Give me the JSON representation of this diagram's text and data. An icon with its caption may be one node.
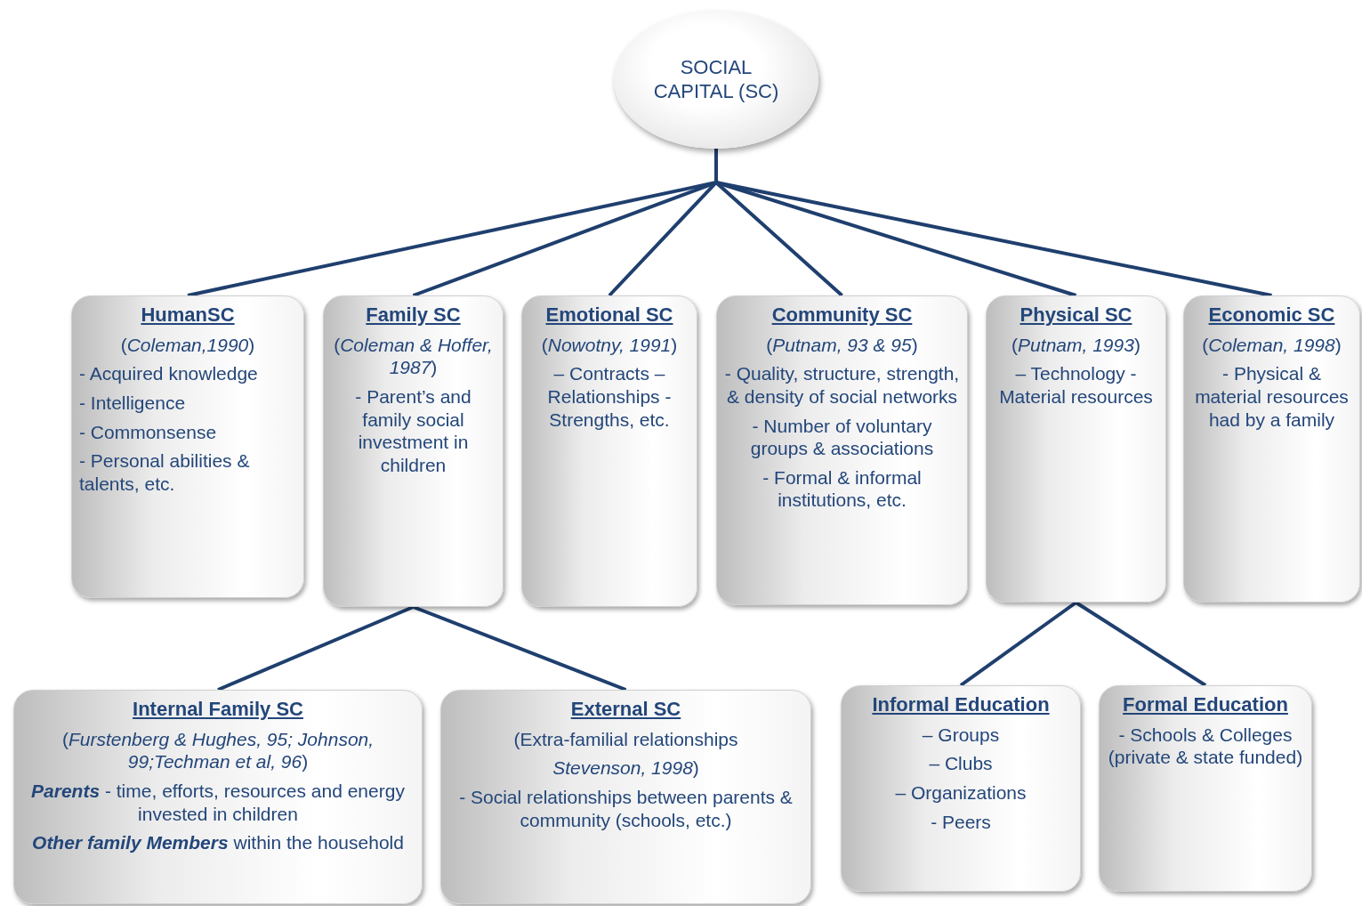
{
  "diagram": {
    "nodes": [
      {
        "text": [
          "SOCIAL CAPITAL (SC)"
        ]
      },
      {
        "text": [
          "HumanSC",
          "(*Coleman,1990*)",
          "- Acquired knowledge",
          "- Intelligence",
          "- Commonsense",
          "- Personal abilities & talents, etc."
        ]
      },
      {
        "text": [
          "Family SC",
          "(*Coleman & Hoffer, 1987*)",
          "- Parent’s and family social investment in children"
        ]
      },
      {
        "text": [
          "Emotional SC",
          "(*Nowotny, 1991*)",
          "– Contracts – Relationships - Strengths, etc."
        ]
      },
      {
        "text": [
          "Community SC",
          "(*Putnam, 93 & 95*)",
          "- Quality, structure, strength, & density of social networks",
          "- Number of voluntary groups & associations",
          "- Formal & informal institutions, etc."
        ]
      },
      {
        "text": [
          "Physical SC",
          "(*Putnam, 1993*)",
          "– Technology - Material resources"
        ]
      },
      {
        "text": [
          "Economic SC",
          "(*Coleman, 1998*)",
          "- Physical & material resources had by a family"
        ]
      },
      {
        "text": [
          "Internal Family SC",
          "(*Furstenberg & Hughes, 95; Johnson, 99;Techman et al, 96*)",
          "**Parents** - time, efforts, resources and energy invested in children",
          "**Other family Members** within the household"
        ]
      },
      {
        "text": [
          "External SC",
          "(Extra-familial relationships",
          "*Stevenson, 1998*)",
          "- Social relationships between parents & community (schools, etc.)"
        ]
      },
      {
        "text": [
          "Informal Education",
          "– Groups",
          "– Clubs",
          "– Organizations",
          "- Peers"
        ]
      },
      {
        "text": [
          "Formal Education",
          "- Schools & Colleges (private & state funded)"
        ]
      }
    ],
    "edges": [
      {
        "from": 0,
        "to": 1,
        "arrow": "none"
      },
      {
        "from": 0,
        "to": 2,
        "arrow": "none"
      },
      {
        "from": 0,
        "to": 3,
        "arrow": "none"
      },
      {
        "from": 0,
        "to": 4,
        "arrow": "none"
      },
      {
        "from": 0,
        "to": 5,
        "arrow": "none"
      },
      {
        "from": 0,
        "to": 6,
        "arrow": "none"
      },
      {
        "from": 2,
        "to": 7,
        "arrow": "none"
      },
      {
        "from": 2,
        "to": 8,
        "arrow": "none"
      },
      {
        "from": 5,
        "to": 9,
        "arrow": "none"
      },
      {
        "from": 5,
        "to": 10,
        "arrow": "none"
      }
    ]
  }
}
